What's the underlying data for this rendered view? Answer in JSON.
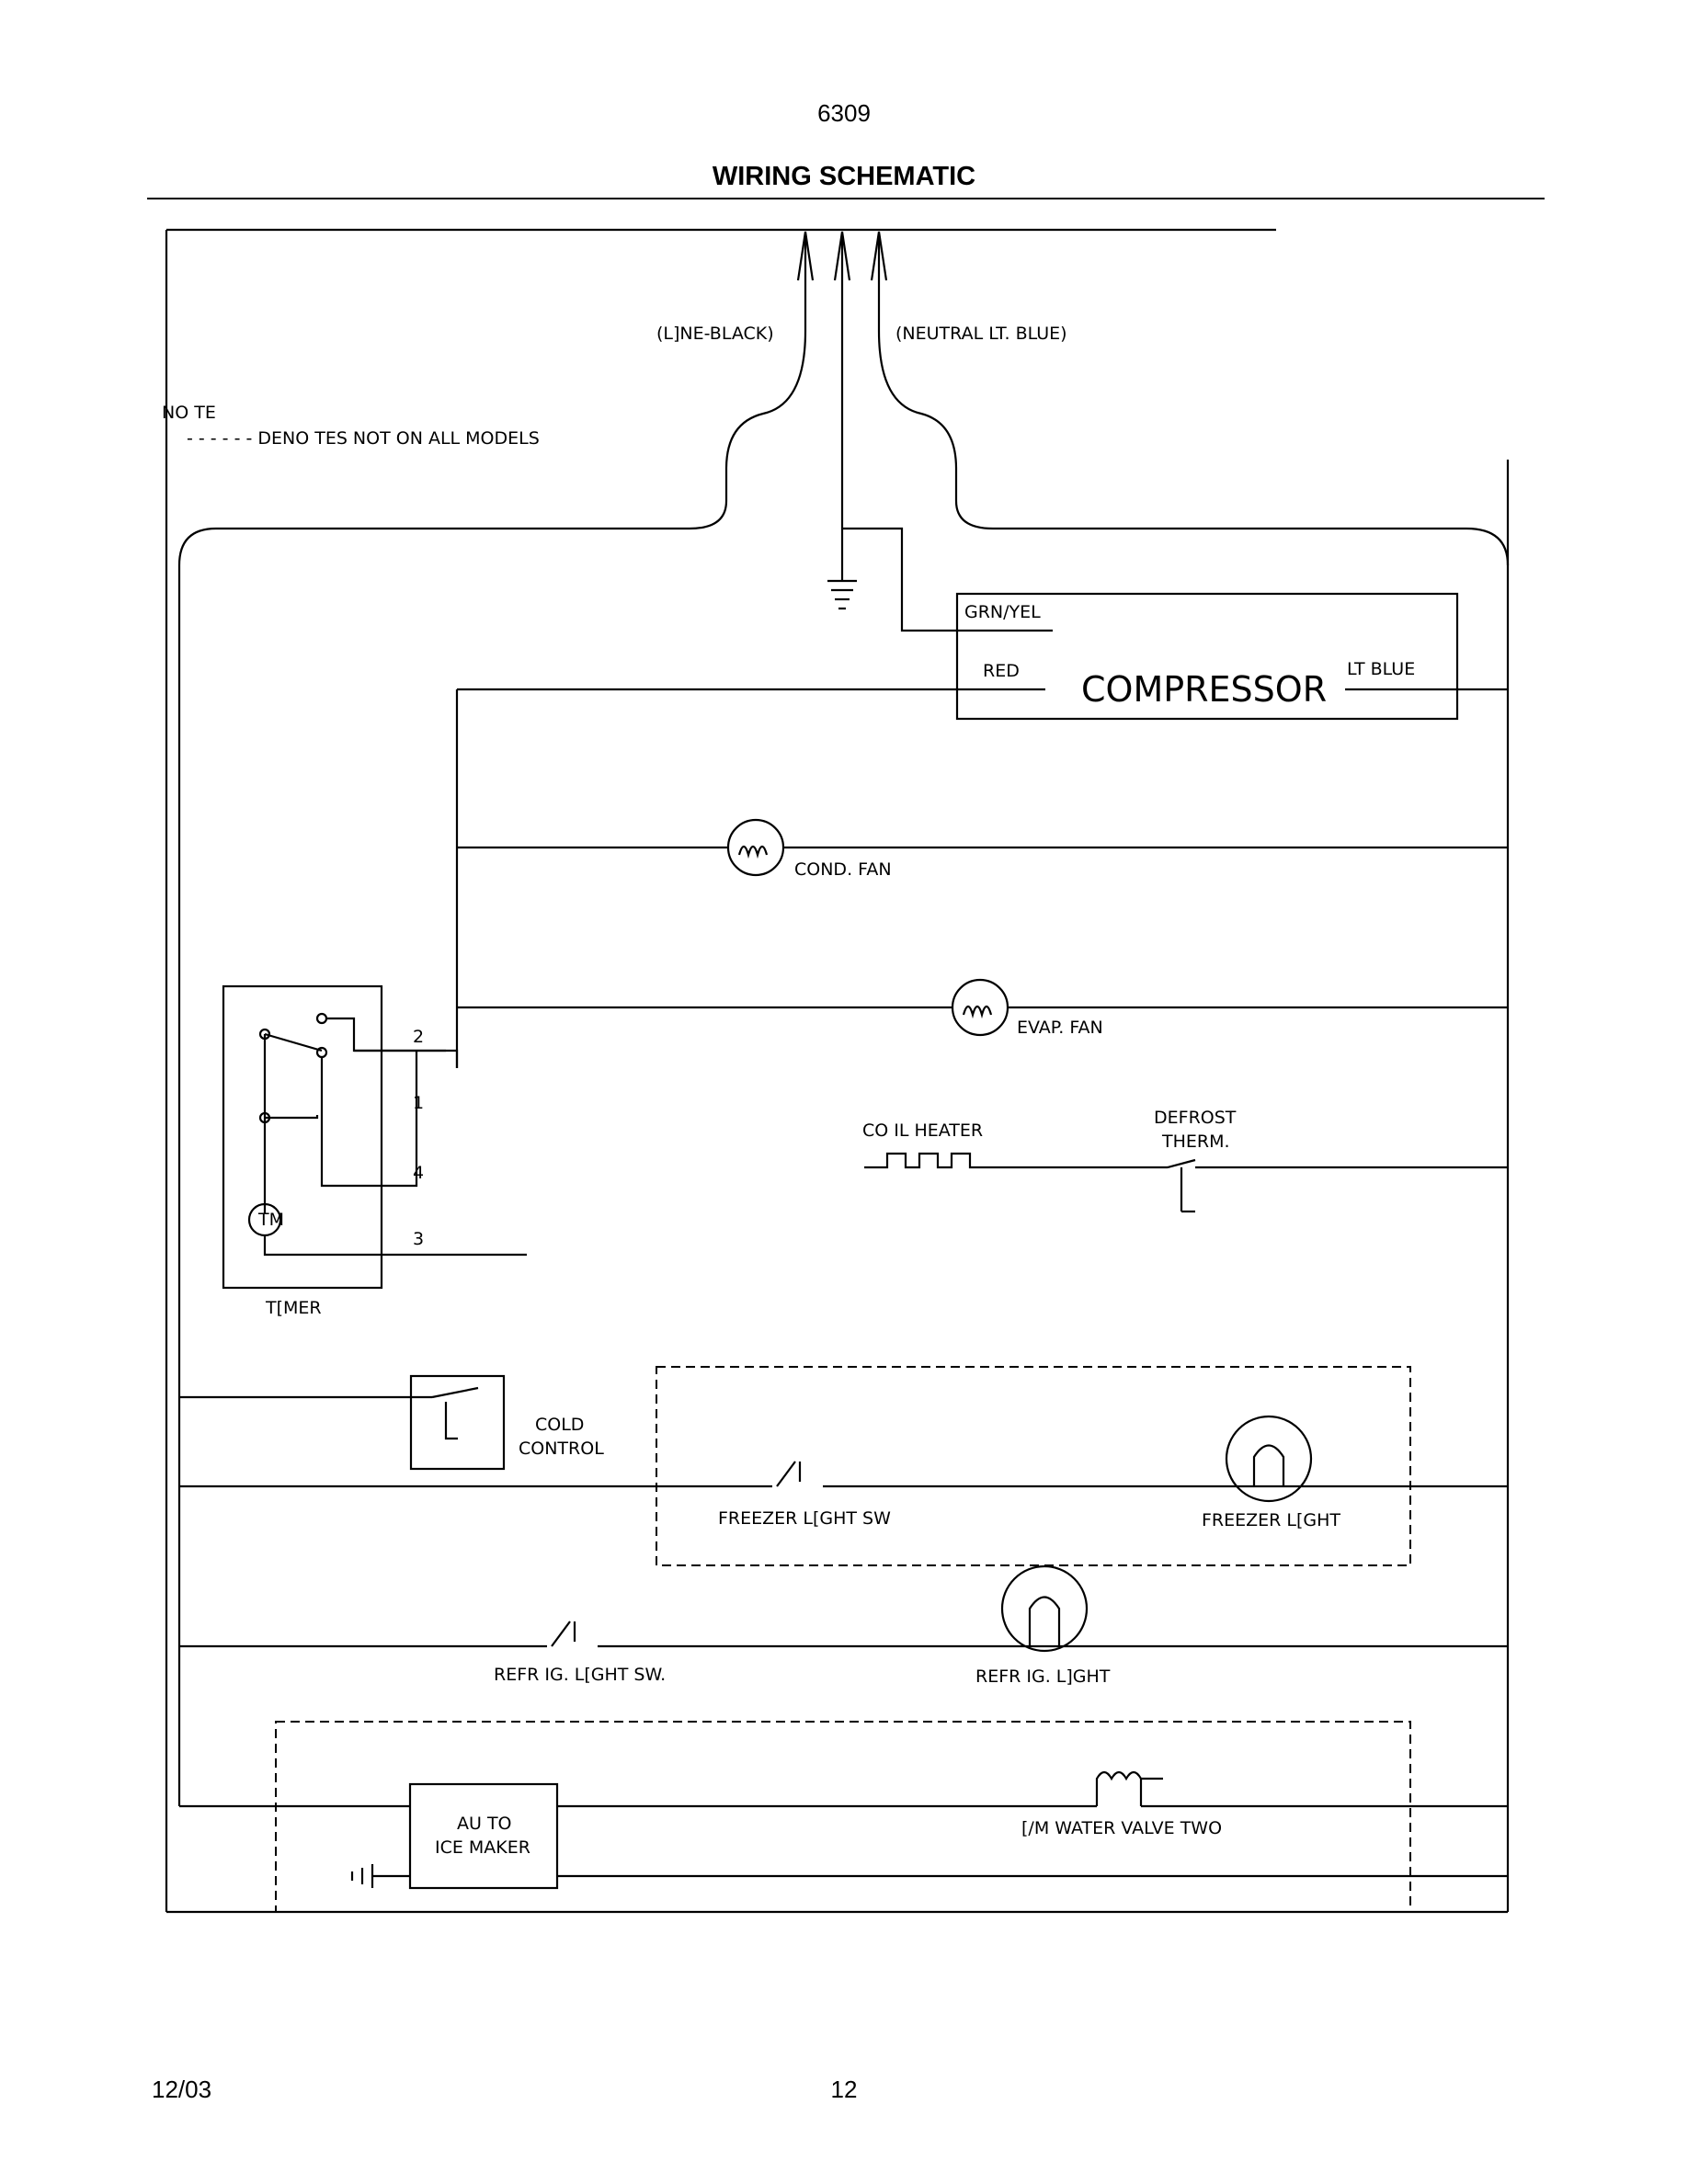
{
  "header": {
    "page_number": "6309",
    "title": "WIRING SCHEMATIC"
  },
  "footer": {
    "date": "12/03",
    "page": "12"
  },
  "labels": {
    "line": "(L]NE-BLACK)",
    "neutral": "(NEUTRAL LT. BLUE)",
    "note": "NO TE",
    "note_text": "- - - - - - DENO TES NOT ON ALL MODELS",
    "grn_yel": "GRN/YEL",
    "red": "RED",
    "compressor": "COMPRESSOR",
    "lt_blue": "LT BLUE",
    "cond_fan": "COND. FAN",
    "evap_fan": "EVAP. FAN",
    "coil_heater": "CO IL HEATER",
    "defrost": "DEFROST",
    "therm": "THERM.",
    "timer": "T[MER",
    "timer_motor": "TM",
    "terminal_2": "2",
    "terminal_1": "1",
    "terminal_4": "4",
    "terminal_3": "3",
    "cold": "COLD",
    "control": "CONTROL",
    "freezer_light_sw": "FREEZER L[GHT SW",
    "freezer_light": "FREEZER L[GHT",
    "refrig_light_sw": "REFR IG. L[GHT SW.",
    "refrig_light": "REFR IG. L]GHT",
    "auto": "AU TO",
    "ice_maker": "ICE MAKER",
    "water_valve": "[/M WATER VALVE TWO"
  }
}
